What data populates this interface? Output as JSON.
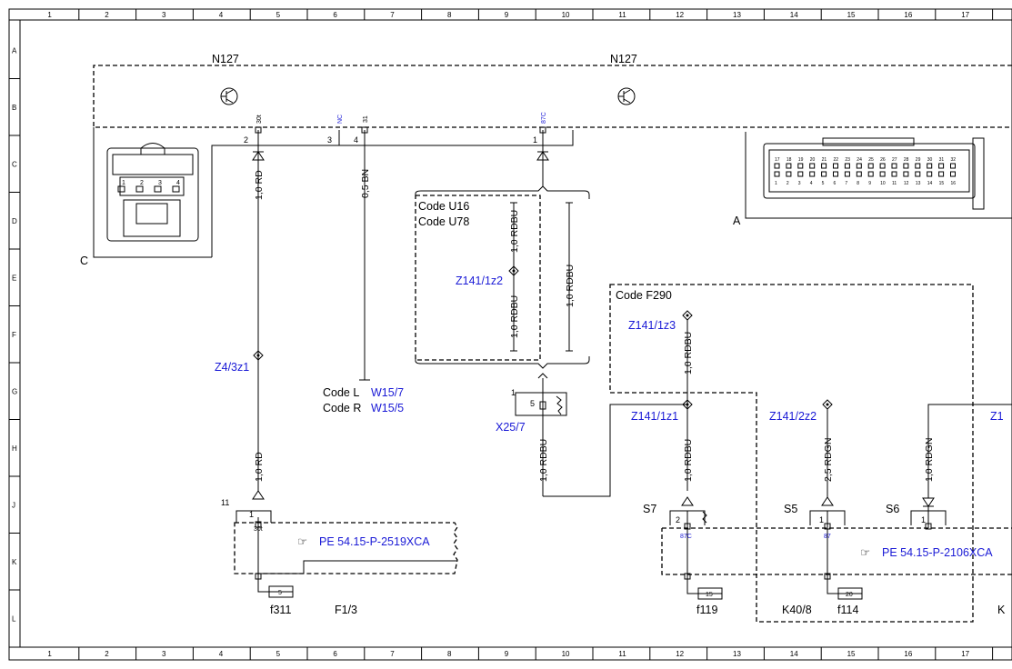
{
  "grid": {
    "cols": [
      "1",
      "2",
      "3",
      "4",
      "5",
      "6",
      "7",
      "8",
      "9",
      "10",
      "11",
      "12",
      "13",
      "14",
      "15",
      "16",
      "17"
    ],
    "rows": [
      "A",
      "B",
      "C",
      "D",
      "E",
      "F",
      "G",
      "H",
      "J",
      "K",
      "L"
    ]
  },
  "components": {
    "n127_left": "N127",
    "n127_right": "N127",
    "conn_c": "C",
    "conn_a": "A",
    "code_u16": "Code U16",
    "code_u78": "Code U78",
    "code_f290": "Code F290",
    "code_l": "Code L",
    "code_r": "Code R",
    "w15_7": "W15/7",
    "w15_5": "W15/5",
    "x25_7": "X25/7",
    "z4_3z1": "Z4/3z1",
    "z141_1z2": "Z141/1z2",
    "z141_1z3": "Z141/1z3",
    "z141_1z1": "Z141/1z1",
    "z141_2z2": "Z141/2z2",
    "z1_partial": "Z1",
    "pe_left": "PE 54.15-P-2519XCA",
    "pe_right": "PE 54.15-P-2106XCA",
    "f311": "f311",
    "f1_3": "F1/3",
    "f119": "f119",
    "k40_8": "K40/8",
    "f114": "f114",
    "k_partial": "K",
    "s7": "S7",
    "s5": "S5",
    "s6": "S6"
  },
  "wires": {
    "rd_top": "1,0 RD",
    "bn": "0,5 BN",
    "rdbu_code1": "1,0 RDBU",
    "rdbu_code2": "1,0 RDBU",
    "rdbu_right": "1,0 RDBU",
    "rdbu_x25": "1,0 RDBU",
    "rdbu_f290": "1,0 RDBU",
    "rd_bottom": "1,0 RD",
    "rdbu_s7": "1,0 RDBU",
    "rdgn_s5": "2,5 RDGN",
    "rdgn_s6": "1,0 RDGN"
  },
  "pins": {
    "p2": "2",
    "p3": "3",
    "p4": "4",
    "p1": "1",
    "t30t": "30t",
    "tnc": "NC",
    "t31": "31",
    "t87c": "87C",
    "p11": "11",
    "p1b": "1",
    "t30t_b": "30t",
    "x25_1": "1",
    "x25_5": "5",
    "s7_2": "2",
    "s7_87c": "87C",
    "s5_1": "1",
    "s5_87": "87",
    "s6_1": "1",
    "fuse5": "5",
    "fuse15": "15",
    "fuse20": "20"
  },
  "connector_c_pins": [
    "1",
    "2",
    "3",
    "4"
  ],
  "connector_a_top": [
    "17",
    "18",
    "19",
    "20",
    "21",
    "22",
    "23",
    "24",
    "25",
    "26",
    "27",
    "28",
    "29",
    "30",
    "31",
    "32"
  ],
  "connector_a_bottom": [
    "1",
    "2",
    "3",
    "4",
    "5",
    "6",
    "7",
    "8",
    "9",
    "10",
    "11",
    "12",
    "13",
    "14",
    "15",
    "16"
  ]
}
